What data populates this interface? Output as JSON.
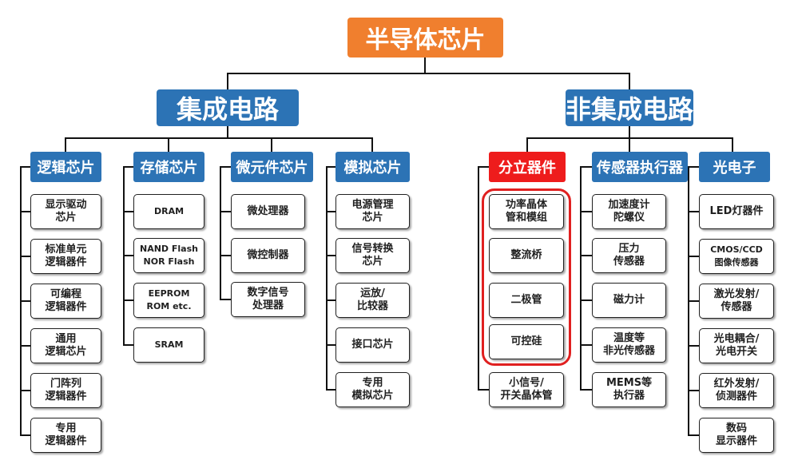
{
  "root": "半导体芯片",
  "level1": {
    "left": "集成电路",
    "right": "非集成电路"
  },
  "categories": {
    "logic": "逻辑芯片",
    "memory": "存储芯片",
    "micro": "微元件芯片",
    "analog": "模拟芯片",
    "discrete": "分立器件",
    "sensor": "传感器执行器",
    "opto": "光电子"
  },
  "items": {
    "logic": [
      "显示驱动\n芯片",
      "标准单元\n逻辑器件",
      "可编程\n逻辑器件",
      "通用\n逻辑芯片",
      "门阵列\n逻辑器件",
      "专用\n逻辑器件"
    ],
    "memory": [
      "DRAM",
      "NAND Flash\nNOR Flash",
      "EEPROM\nROM etc.",
      "SRAM"
    ],
    "micro": [
      "微处理器",
      "微控制器",
      "数字信号\n处理器"
    ],
    "analog": [
      "电源管理\n芯片",
      "信号转换\n芯片",
      "运放/\n比较器",
      "接口芯片",
      "专用\n模拟芯片"
    ],
    "discrete": [
      "功率晶体\n管和模组",
      "整流桥",
      "二极管",
      "可控硅",
      "小信号/\n开关晶体管"
    ],
    "sensor": [
      "加速度计\n陀螺仪",
      "压力\n传感器",
      "磁力计",
      "温度等\n非光传感器",
      "MEMS等\n执行器"
    ],
    "opto": [
      "LED灯器件",
      "CMOS/CCD\n图像传感器",
      "激光发射/\n传感器",
      "光电耦合/\n光电开关",
      "红外发射/\n侦测器件",
      "数码\n显示器件"
    ]
  }
}
